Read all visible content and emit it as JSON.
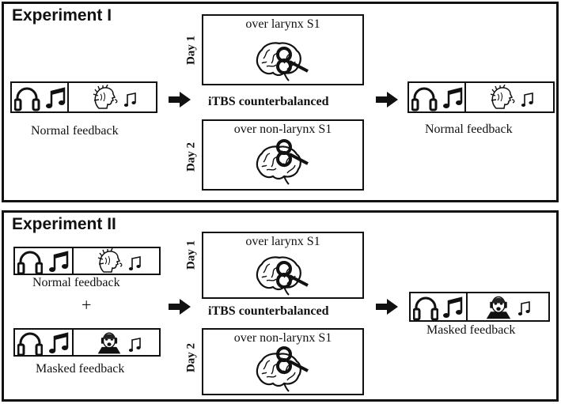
{
  "experiment1": {
    "title": "Experiment I",
    "day1_label": "Day 1",
    "day2_label": "Day 2",
    "day1_site": "over larynx S1",
    "day2_site": "over non-larynx S1",
    "middle_label": "iTBS counterbalanced",
    "pre_condition": "Normal feedback",
    "post_condition": "Normal feedback"
  },
  "experiment2": {
    "title": "Experiment II",
    "day1_label": "Day 1",
    "day2_label": "Day 2",
    "day1_site": "over larynx S1",
    "day2_site": "over non-larynx S1",
    "middle_label": "iTBS counterbalanced",
    "pre_condition_a": "Normal feedback",
    "plus": "+",
    "pre_condition_b": "Masked feedback",
    "post_condition": "Masked feedback"
  },
  "icons": {
    "headphones": "headphones-icon",
    "music": "music-notes-icon",
    "speaker_head": "singing-head-icon",
    "masked_face": "masked-face-icon",
    "brain": "brain-icon",
    "coil": "tms-coil-icon",
    "arrow": "arrow-right-icon"
  }
}
